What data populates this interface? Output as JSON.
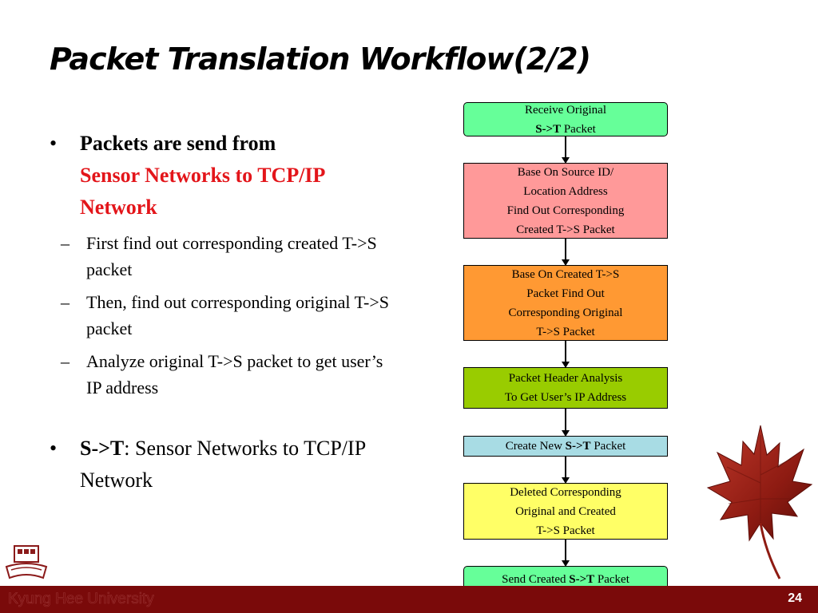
{
  "title": "Packet Translation Workflow(2/2)",
  "bullets": [
    {
      "marker": "•",
      "text_plain": "Packets are send from",
      "text_highlight": "Sensor Networks to TCP/IP Network",
      "sub": [
        {
          "marker": "–",
          "text": "First find out corresponding created T->S packet"
        },
        {
          "marker": "–",
          "text": "Then, find out corresponding original T->S packet"
        },
        {
          "marker": "–",
          "text": "Analyze original T->S packet to get user’s IP address"
        }
      ]
    },
    {
      "marker": "•",
      "term": "S->T",
      "definition": ": Sensor Networks to TCP/IP Network"
    }
  ],
  "flowchart": {
    "steps": [
      {
        "line1": "Receive Original",
        "line2_bold": "S->T",
        "line2_rest": " Packet",
        "color": "#66ff99"
      },
      {
        "lines": [
          "Base On Source ID/",
          "Location Address",
          "Find Out Corresponding",
          "Created T->S Packet"
        ],
        "color": "#ff9999"
      },
      {
        "lines": [
          "Base On Created T->S",
          "Packet Find Out",
          "Corresponding Original",
          "T->S Packet"
        ],
        "color": "#ff9933"
      },
      {
        "lines": [
          "Packet Header Analysis",
          "To Get User’s IP Address"
        ],
        "color": "#99cc00"
      },
      {
        "prefix": "Create New ",
        "bold": "S->T",
        "suffix": " Packet",
        "color": "#a8dce4"
      },
      {
        "lines": [
          "Deleted Corresponding",
          "Original and Created",
          "T->S Packet"
        ],
        "color": "#ffff66"
      },
      {
        "prefix": "Send Created ",
        "bold": "S->T",
        "suffix": " Packet",
        "color": "#66ff99"
      }
    ]
  },
  "footer": {
    "university": "Kyung Hee University",
    "page_number": "24",
    "bar_color": "#7a0a0a"
  },
  "decorations": {
    "logo_icon": "university-emblem-icon",
    "leaf_icon": "maple-leaf-icon"
  }
}
